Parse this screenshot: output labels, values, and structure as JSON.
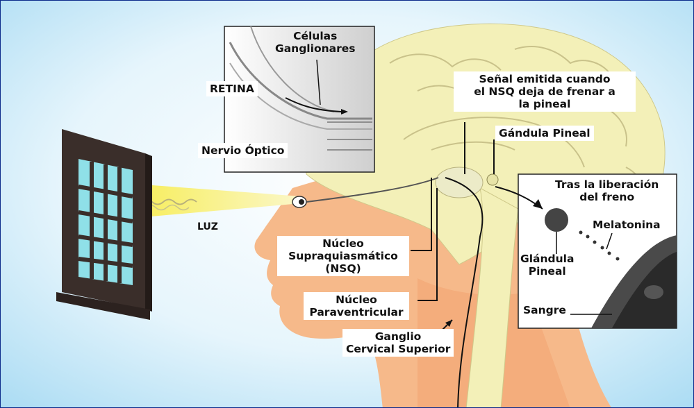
{
  "labels": {
    "celulas_ganglionares": [
      "Células",
      "Ganglionares"
    ],
    "retina": "RETINA",
    "nervio_optico": "Nervio Óptico",
    "senal": [
      "Señal emitida cuando",
      "el NSQ deja de frenar a",
      "la pineal"
    ],
    "glandula_pineal_top": "Gándula Pineal",
    "tras_liberacion": [
      "Tras la liberación",
      "del freno"
    ],
    "melatonina": "Melatonina",
    "glandula_pineal_inset": [
      "Glándula",
      "Pineal"
    ],
    "sangre": "Sangre",
    "luz": "LUZ",
    "nsq": [
      "Núcleo",
      "Supraquiasmático",
      "(NSQ)"
    ],
    "nucleo_paraventricular": [
      "Núcleo",
      "Paraventricular"
    ],
    "ganglio": [
      "Ganglio",
      "Cervical Superior"
    ]
  },
  "colors": {
    "sky": "#bfe3f5",
    "skin": "#f6b98a",
    "brain": "#f3f0b8",
    "window_frame": "#3a2e2a",
    "window_glass": "#8fe0e8",
    "light_beam": "#f4ec6a",
    "border": "#0b2a8a"
  }
}
